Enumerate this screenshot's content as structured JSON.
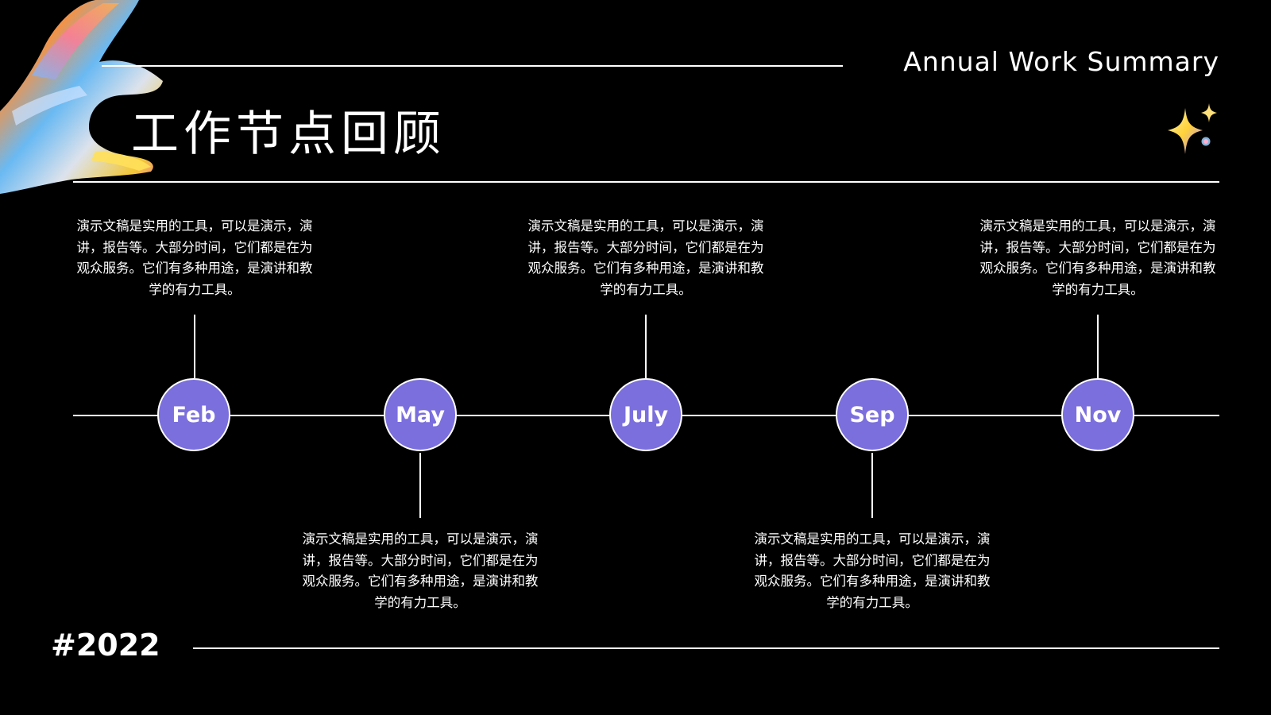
{
  "header": {
    "subtitle": "Annual Work Summary",
    "title": "工作节点回顾"
  },
  "footer": {
    "year": "#2022"
  },
  "timeline": {
    "milestones": [
      {
        "label": "Feb",
        "text": "演示文稿是实用的工具，可以是演示，演讲，报告等。大部分时间，它们都是在为观众服务。它们有多种用途，是演讲和教学的有力工具。"
      },
      {
        "label": "May",
        "text": "演示文稿是实用的工具，可以是演示，演讲，报告等。大部分时间，它们都是在为观众服务。它们有多种用途，是演讲和教学的有力工具。"
      },
      {
        "label": "July",
        "text": "演示文稿是实用的工具，可以是演示，演讲，报告等。大部分时间，它们都是在为观众服务。它们有多种用途，是演讲和教学的有力工具。"
      },
      {
        "label": "Sep",
        "text": "演示文稿是实用的工具，可以是演示，演讲，报告等。大部分时间，它们都是在为观众服务。它们有多种用途，是演讲和教学的有力工具。"
      },
      {
        "label": "Nov",
        "text": "演示文稿是实用的工具，可以是演示，演讲，报告等。大部分时间，它们都是在为观众服务。它们有多种用途，是演讲和教学的有力工具。"
      }
    ]
  },
  "colors": {
    "background": "#000000",
    "node_fill": "#7b6fde",
    "text": "#ffffff"
  },
  "icons": {
    "hand": "gradient-hand-illustration",
    "sparkle": "sparkle-icon"
  }
}
